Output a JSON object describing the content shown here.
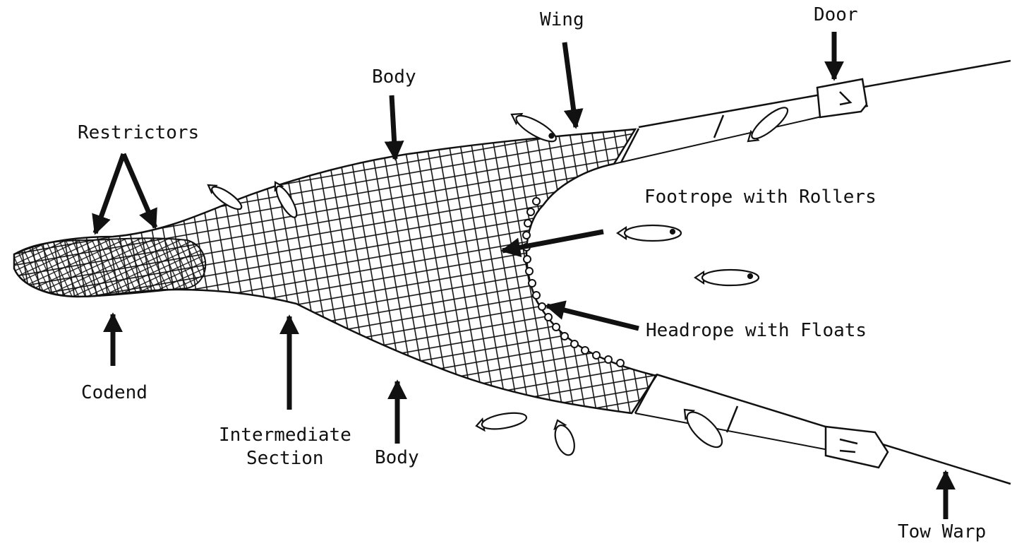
{
  "labels": {
    "wing": "Wing",
    "door": "Door",
    "body_top": "Body",
    "restrictors": "Restrictors",
    "footrope": "Footrope with Rollers",
    "headrope": "Headrope with Floats",
    "codend": "Codend",
    "intermediate_line1": "Intermediate",
    "intermediate_line2": "Section",
    "body_bottom": "Body",
    "tow_warp": "Tow Warp"
  },
  "icons": [
    "fish-icon",
    "arrow-icon",
    "net-mesh",
    "trawl-door-icon",
    "float-icon"
  ],
  "colors": {
    "ink": "#111111",
    "background": "#ffffff"
  }
}
